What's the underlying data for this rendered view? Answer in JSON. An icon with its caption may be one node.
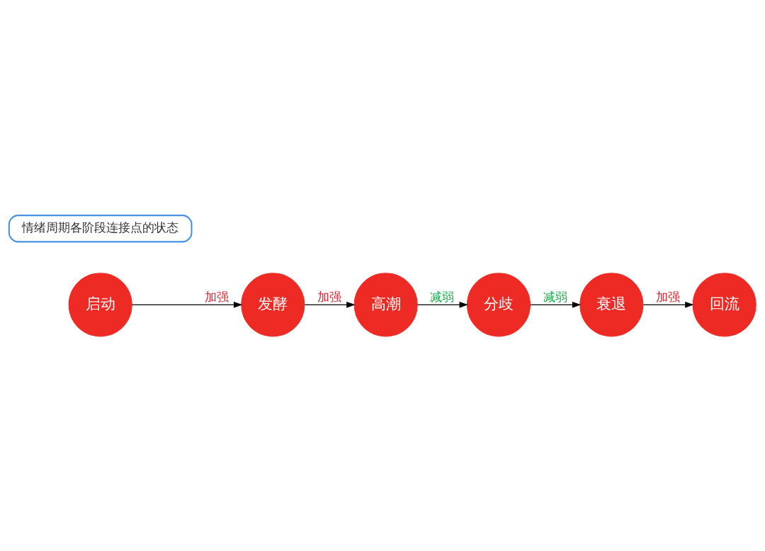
{
  "diagram": {
    "nodes": [
      {
        "text": [
          "启动"
        ]
      },
      {
        "text": [
          "发酵"
        ]
      },
      {
        "text": [
          "高潮"
        ]
      },
      {
        "text": [
          "分歧"
        ]
      },
      {
        "text": [
          "衰退"
        ]
      },
      {
        "text": [
          "回流"
        ]
      },
      {
        "text": [
          "情绪周期各阶段连接点的状态"
        ]
      }
    ],
    "edges": [
      {
        "from": 0,
        "to": 1,
        "arrow": "to",
        "label": "加强"
      },
      {
        "from": 1,
        "to": 2,
        "arrow": "to",
        "label": "加强"
      },
      {
        "from": 2,
        "to": 3,
        "arrow": "to",
        "label": "减弱"
      },
      {
        "from": 3,
        "to": 4,
        "arrow": "to",
        "label": "减弱"
      },
      {
        "from": 4,
        "to": 5,
        "arrow": "to",
        "label": "加强"
      }
    ]
  }
}
